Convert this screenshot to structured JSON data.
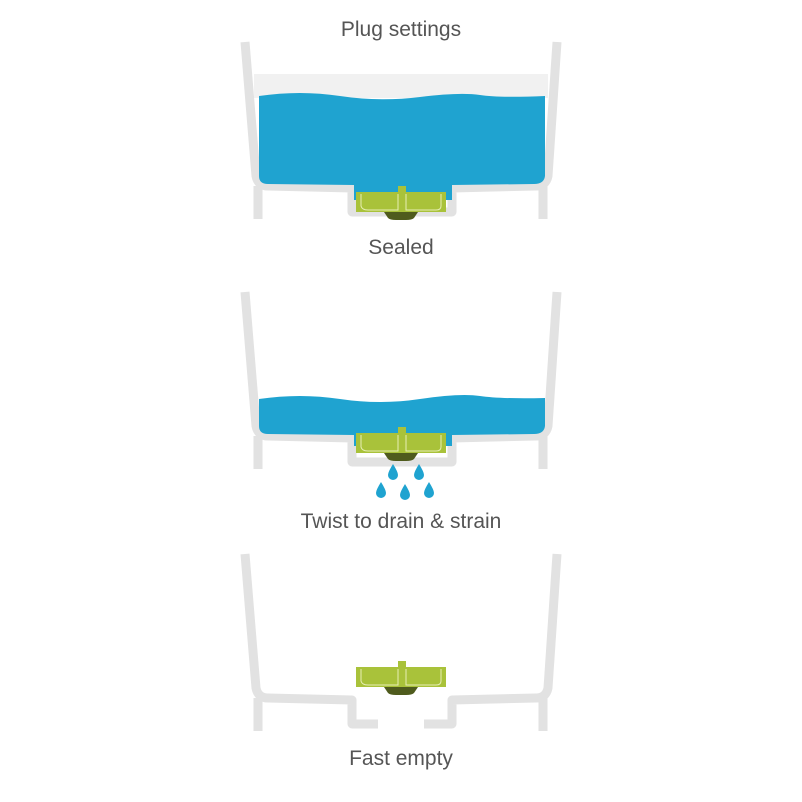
{
  "title": "Plug settings",
  "states": [
    {
      "label": "Sealed",
      "water_level": "full",
      "draining": false
    },
    {
      "label": "Twist to drain & strain",
      "water_level": "low",
      "draining": true
    },
    {
      "label": "Fast empty",
      "water_level": "empty",
      "draining": false
    }
  ],
  "colors": {
    "sink": "#e2e2e2",
    "water": "#1fa3d0",
    "plug": "#a9c23a",
    "plug_base": "#4f5b1d",
    "text": "#555555"
  }
}
